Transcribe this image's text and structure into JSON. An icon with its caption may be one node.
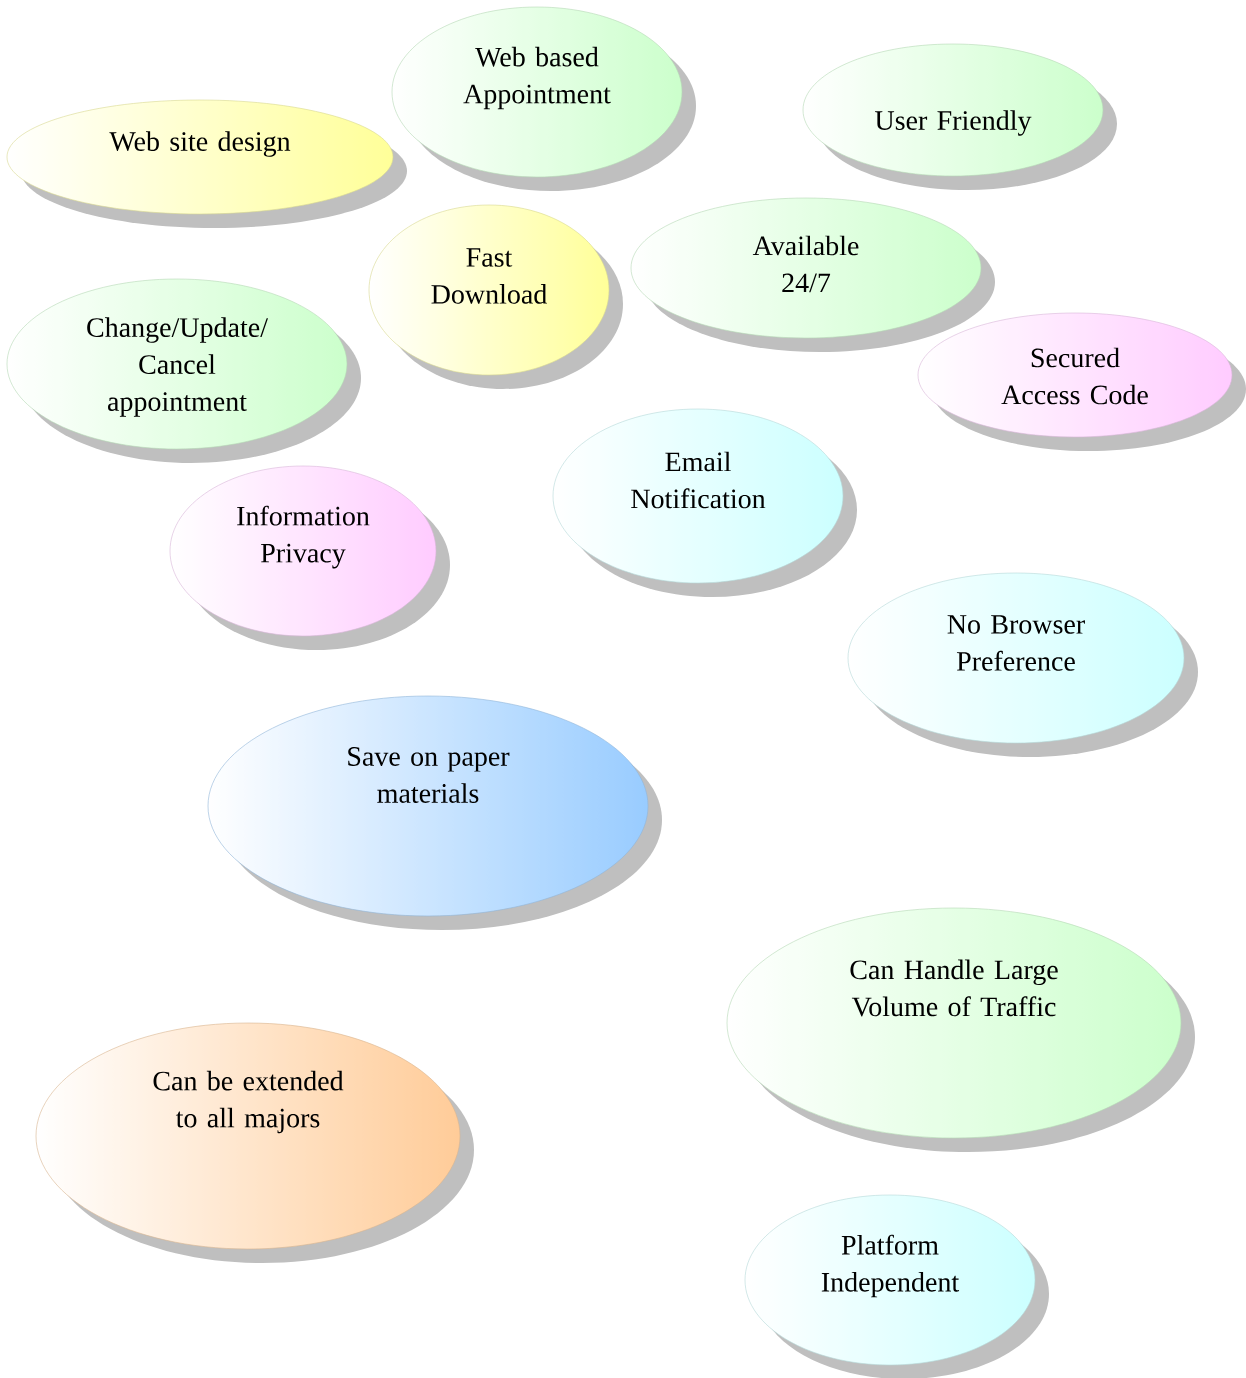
{
  "diagram": {
    "nodes": [
      {
        "text": [
          "Web site design"
        ]
      },
      {
        "text": [
          "Web based Appointment"
        ]
      },
      {
        "text": [
          "User Friendly"
        ]
      },
      {
        "text": [
          "Fast Download"
        ]
      },
      {
        "text": [
          "Available 24/7"
        ]
      },
      {
        "text": [
          "Change/Update/ Cancel appointment"
        ]
      },
      {
        "text": [
          "Secured Access Code"
        ]
      },
      {
        "text": [
          "Email Notification"
        ]
      },
      {
        "text": [
          "Information Privacy"
        ]
      },
      {
        "text": [
          "No Browser Preference"
        ]
      },
      {
        "text": [
          "Save on paper materials"
        ]
      },
      {
        "text": [
          "Can Handle Large Volume of Traffic"
        ]
      },
      {
        "text": [
          "Can be extended to all majors"
        ]
      },
      {
        "text": [
          "Platform Independent"
        ]
      }
    ]
  }
}
